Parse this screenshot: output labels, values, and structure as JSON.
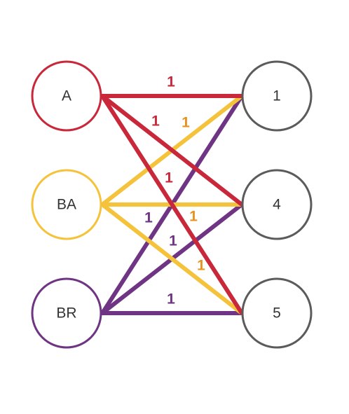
{
  "colors": {
    "red": "#c8283a",
    "yellow": "#f5c33b",
    "purple": "#6f3484",
    "gray": "#5b5b5b",
    "orange_label": "#e8921f"
  },
  "left_nodes": [
    {
      "id": "A",
      "label": "A",
      "color": "red"
    },
    {
      "id": "BA",
      "label": "BA",
      "color": "yellow"
    },
    {
      "id": "BR",
      "label": "BR",
      "color": "purple"
    }
  ],
  "right_nodes": [
    {
      "id": "1",
      "label": "1",
      "color": "gray"
    },
    {
      "id": "4",
      "label": "4",
      "color": "gray"
    },
    {
      "id": "5",
      "label": "5",
      "color": "gray"
    }
  ],
  "edges": [
    {
      "from": "A",
      "to": "1",
      "color": "red",
      "weight": "1",
      "label_color": "red"
    },
    {
      "from": "A",
      "to": "4",
      "color": "red",
      "weight": "1",
      "label_color": "red"
    },
    {
      "from": "A",
      "to": "5",
      "color": "red",
      "weight": "1",
      "label_color": "red"
    },
    {
      "from": "BA",
      "to": "1",
      "color": "yellow",
      "weight": "1",
      "label_color": "orange_label"
    },
    {
      "from": "BA",
      "to": "4",
      "color": "yellow",
      "weight": "1",
      "label_color": "orange_label"
    },
    {
      "from": "BA",
      "to": "5",
      "color": "yellow",
      "weight": "1",
      "label_color": "orange_label"
    },
    {
      "from": "BR",
      "to": "1",
      "color": "purple",
      "weight": "1",
      "label_color": "purple"
    },
    {
      "from": "BR",
      "to": "4",
      "color": "purple",
      "weight": "1",
      "label_color": "purple"
    },
    {
      "from": "BR",
      "to": "5",
      "color": "purple",
      "weight": "1",
      "label_color": "purple"
    }
  ]
}
